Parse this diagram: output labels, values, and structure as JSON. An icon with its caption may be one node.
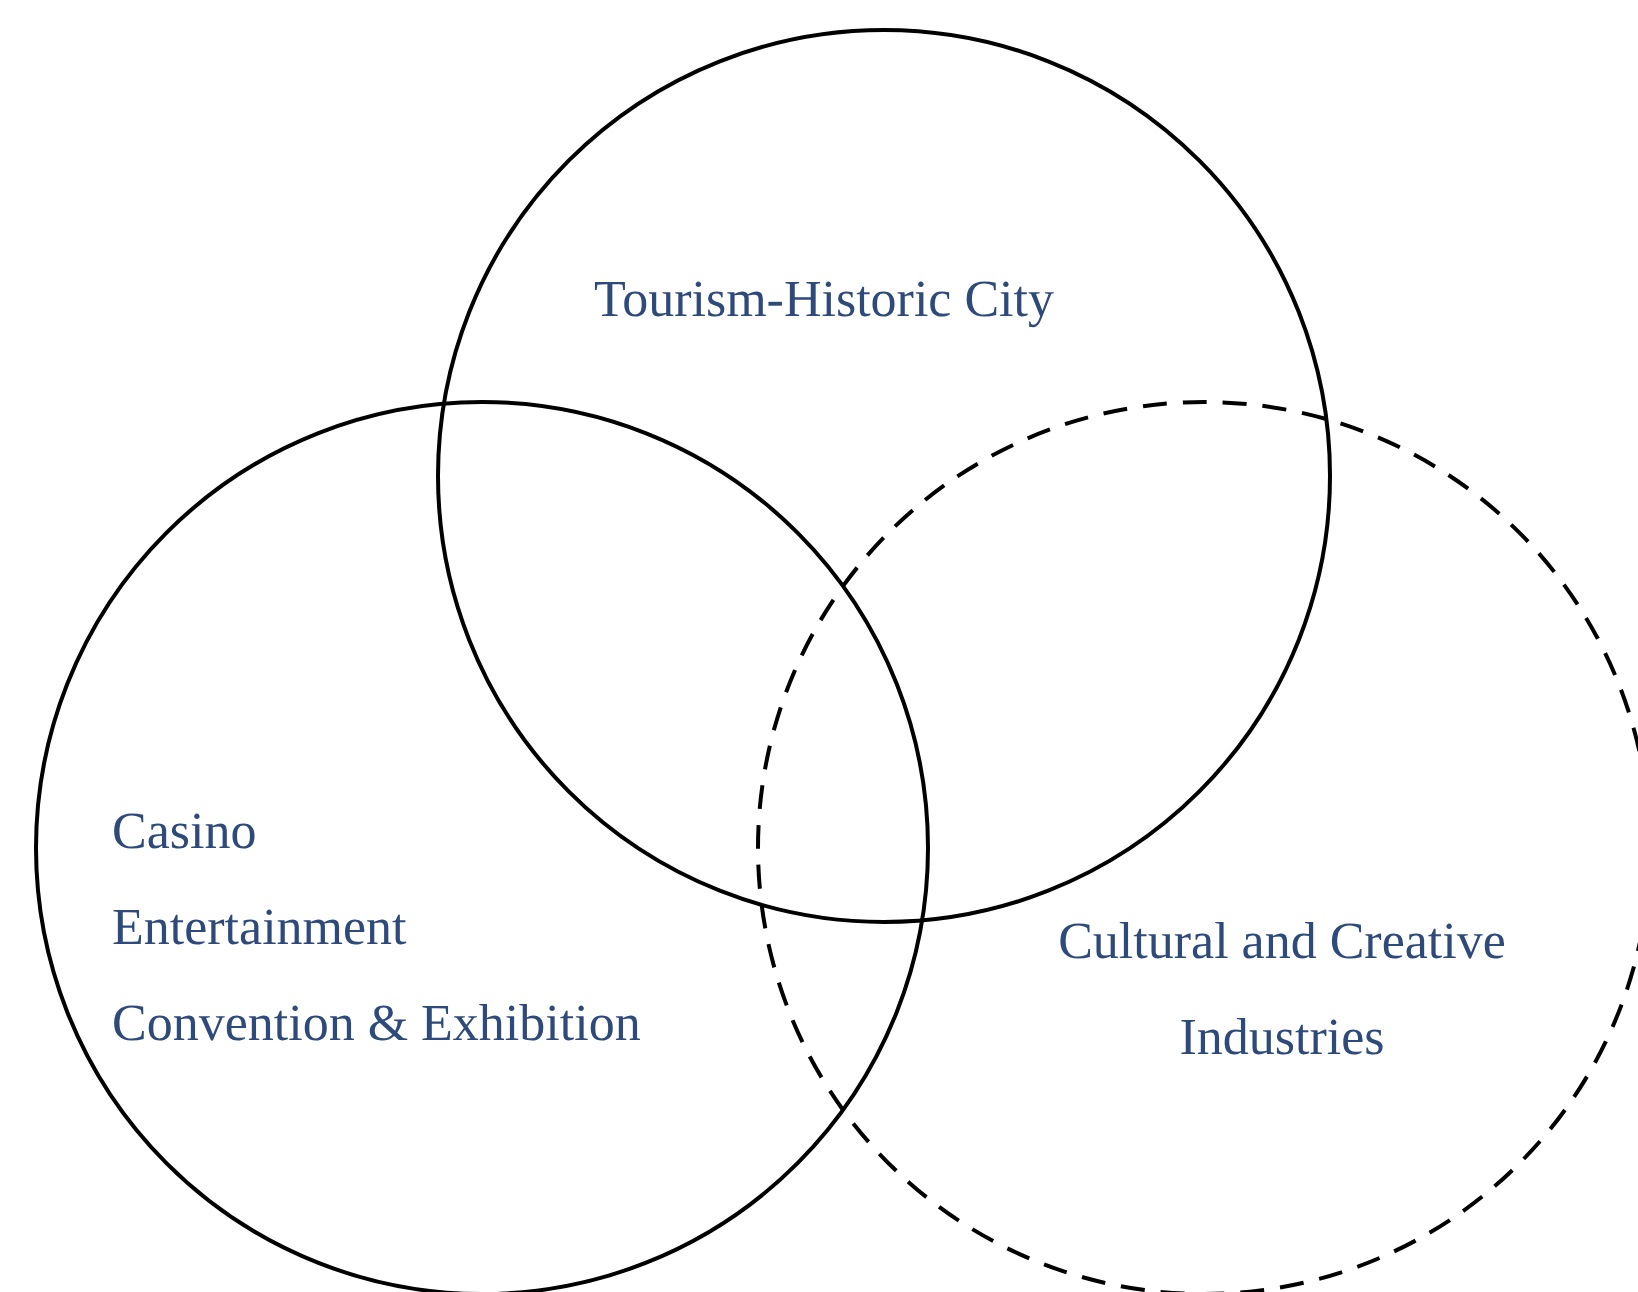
{
  "diagram": {
    "nodes": [
      {
        "text": [
          "Tourism-Historic City"
        ]
      },
      {
        "text": [
          "Casino",
          "Entertainment",
          "Convention & Exhibition"
        ]
      },
      {
        "text": [
          "Cultural and Creative Industries"
        ]
      }
    ],
    "edges": []
  }
}
